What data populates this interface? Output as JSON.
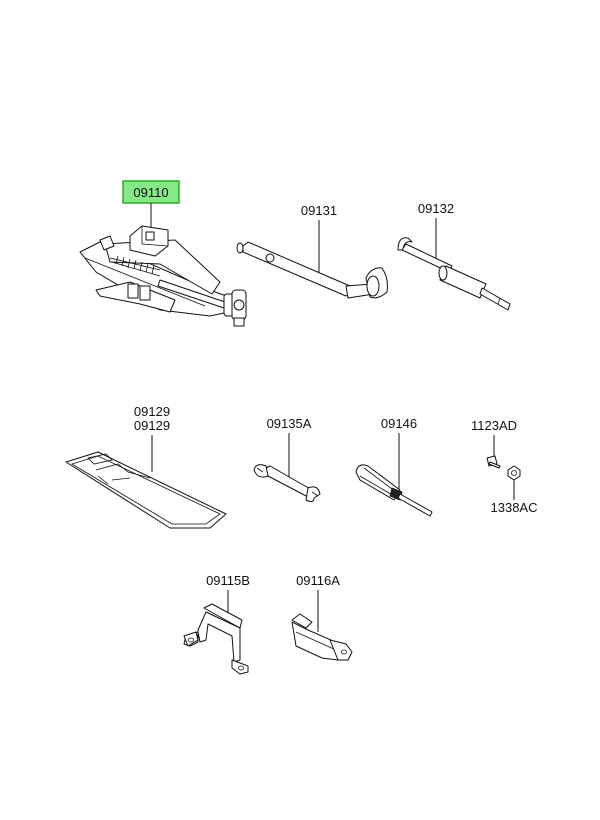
{
  "parts": {
    "jack": {
      "code": "09110",
      "highlighted": true
    },
    "handle": {
      "code": "09131"
    },
    "hook_rod": {
      "code": "09132"
    },
    "tray_a": {
      "code": "09129"
    },
    "tray_b": {
      "code": "09129"
    },
    "spanner": {
      "code": "09135A"
    },
    "screwdriver": {
      "code": "09146"
    },
    "bolt": {
      "code": "1123AD"
    },
    "nut": {
      "code": "1338AC"
    },
    "bracket_b": {
      "code": "09115B"
    },
    "bracket_a": {
      "code": "09116A"
    }
  },
  "colors": {
    "highlight_fill": "#86e886",
    "highlight_border": "#2faa2f",
    "line": "#111111"
  }
}
